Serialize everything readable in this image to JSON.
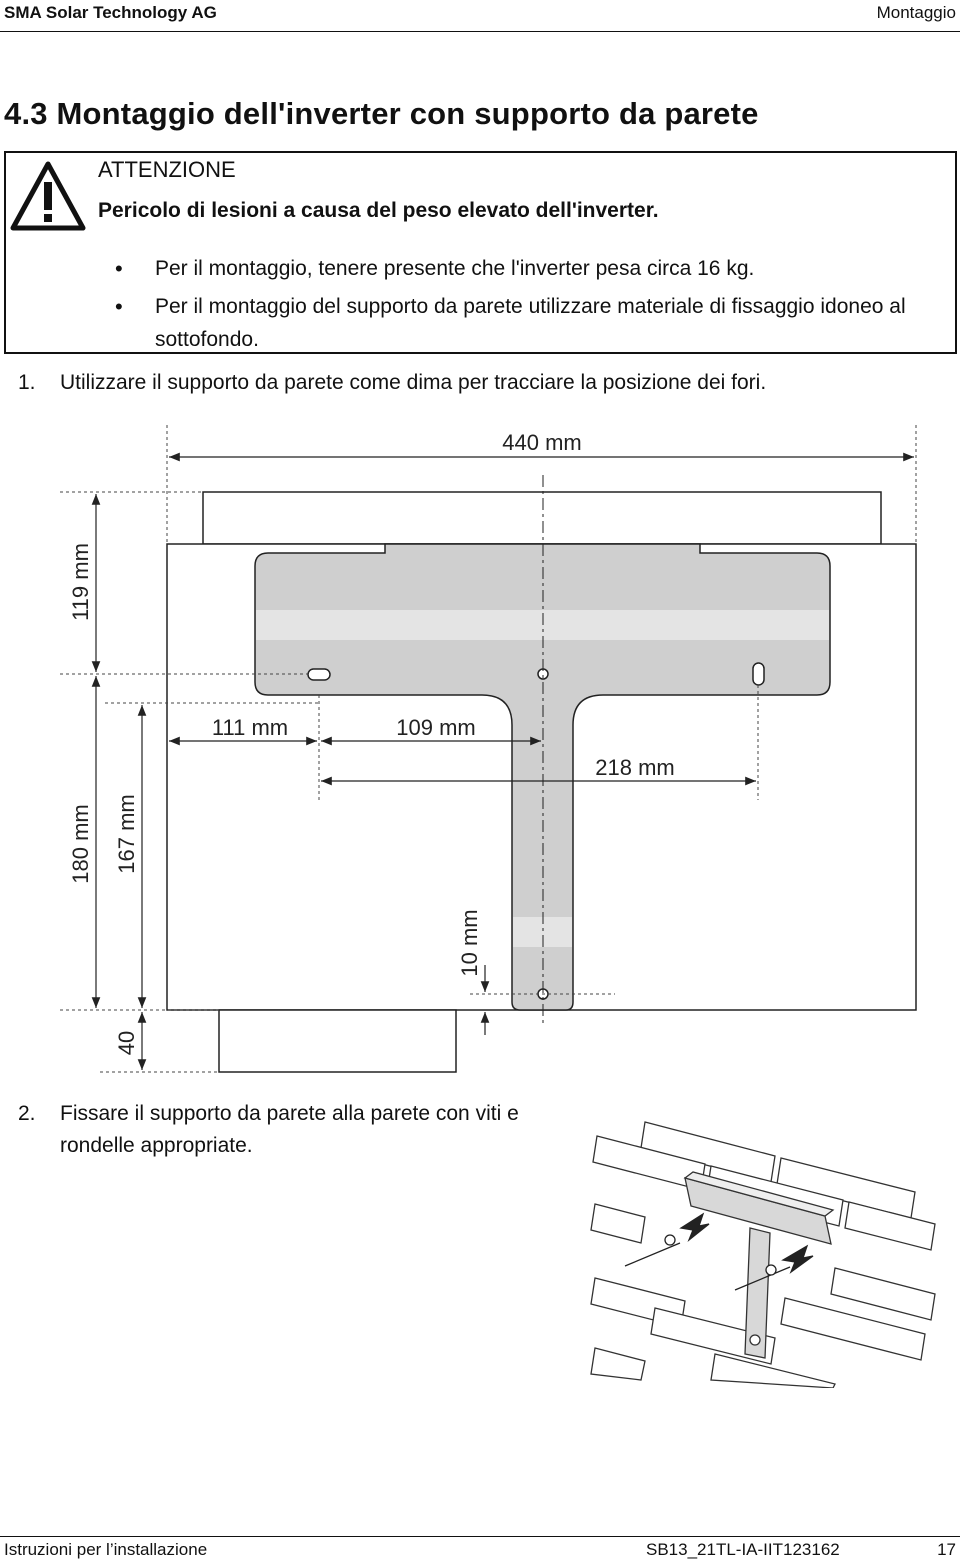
{
  "header": {
    "company": "SMA Solar Technology AG",
    "section": "Montaggio"
  },
  "title": "4.3 Montaggio dell'inverter con supporto da parete",
  "warning": {
    "label": "ATTENZIONE",
    "subtitle": "Pericolo di lesioni a causa del peso elevato dell'inverter.",
    "bullets": [
      "Per il montaggio, tenere presente che l'inverter pesa circa 16 kg.",
      "Per il montaggio del supporto da parete utilizzare materiale di fissaggio idoneo al sottofondo."
    ],
    "icon": "warning-triangle-icon"
  },
  "steps": [
    {
      "num": "1.",
      "text": "Utilizzare il supporto da parete come dima per tracciare la posizione dei fori."
    },
    {
      "num": "2.",
      "line1": "Fissare il supporto da parete alla parete con viti e",
      "line2": "rondelle appropriate."
    }
  ],
  "dimensions": {
    "width_total": "440 mm",
    "top_height": "119 mm",
    "height_180": "180 mm",
    "height_167": "167 mm",
    "bottom_40": "40",
    "dist_111": "111 mm",
    "dist_109": "109 mm",
    "dist_218": "218 mm",
    "dist_10": "10 mm"
  },
  "footer": {
    "doc_type": "Istruzioni per l’installazione",
    "doc_code": "SB13_21TL-IA-IIT123162",
    "page": "17"
  }
}
